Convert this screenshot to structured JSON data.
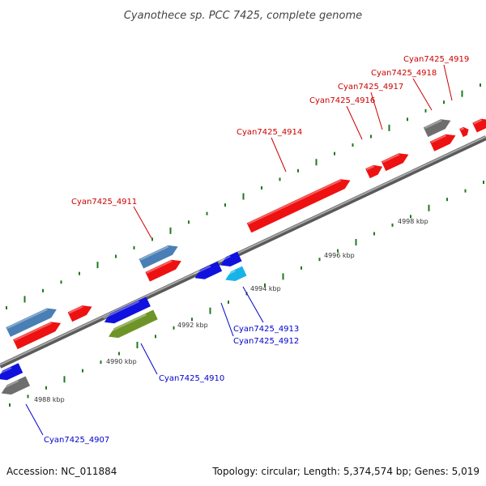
{
  "title": "Cyanothece sp. PCC 7425, complete genome",
  "footer": {
    "accession": "Accession: NC_011884",
    "topology": "Topology: circular; Length: 5,374,574 bp; Genes: 5,019"
  },
  "colors": {
    "backbone": "#8c8c8c",
    "tick": "#1e7a1e",
    "forward_label": "#cc0000",
    "reverse_label": "#0000cc",
    "red": "#ee1111",
    "blue": "#1111dd",
    "steel": "#4a7fb5",
    "gray": "#6e6e6e",
    "olive": "#6e9428",
    "cyan": "#18b4e8"
  },
  "ticks": [
    {
      "label": "4988 kbp"
    },
    {
      "label": "4990 kbp"
    },
    {
      "label": "4992 kbp"
    },
    {
      "label": "4994 kbp"
    },
    {
      "label": "4996 kbp"
    },
    {
      "label": "4998 kbp"
    }
  ],
  "labels": {
    "forward": [
      {
        "text": "Cyan7425_4911"
      },
      {
        "text": "Cyan7425_4914"
      },
      {
        "text": "Cyan7425_4916"
      },
      {
        "text": "Cyan7425_4917"
      },
      {
        "text": "Cyan7425_4918"
      },
      {
        "text": "Cyan7425_4919"
      }
    ],
    "reverse": [
      {
        "text": "Cyan7425_4907"
      },
      {
        "text": "Cyan7425_4910"
      },
      {
        "text": "Cyan7425_4912"
      },
      {
        "text": "Cyan7425_4913"
      }
    ]
  }
}
